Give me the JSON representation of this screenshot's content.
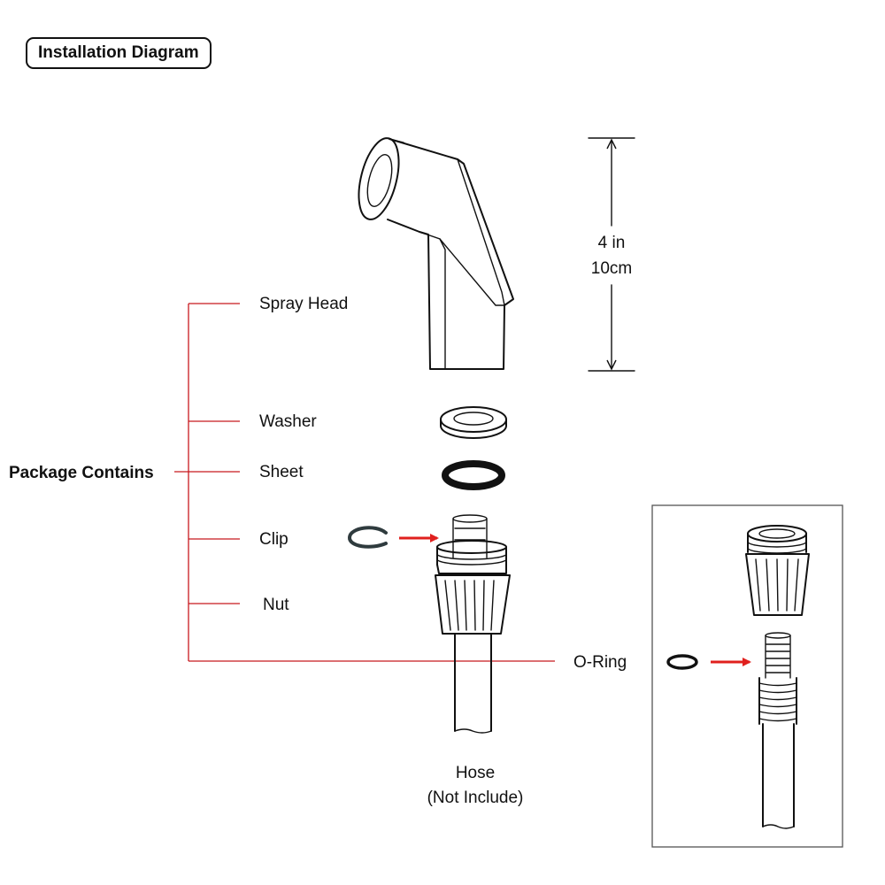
{
  "title": "Installation Diagram",
  "package_label": "Package Contains",
  "parts": {
    "spray_head": "Spray Head",
    "washer": "Washer",
    "sheet": "Sheet",
    "clip": "Clip",
    "nut": "Nut",
    "o_ring": "O-Ring"
  },
  "dimension": {
    "imperial": "4 in",
    "metric": "10cm"
  },
  "hose": {
    "line1": "Hose",
    "line2": "(Not Include)"
  },
  "colors": {
    "leader_lines": "#c8191f",
    "arrows": "#e0201e",
    "clip": "#2f3b3e"
  }
}
